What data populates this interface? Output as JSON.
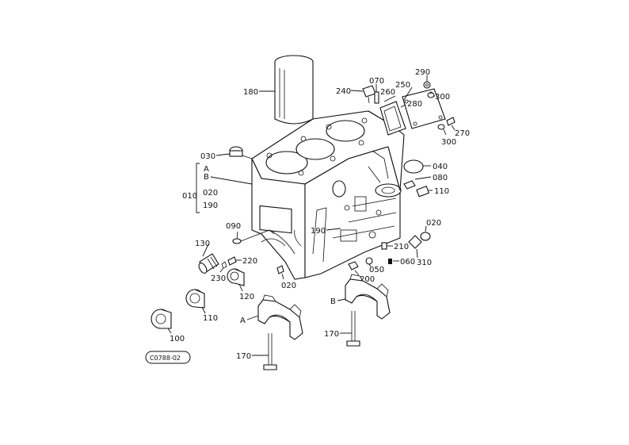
{
  "callouts": {
    "c010": "010",
    "c020a": "020",
    "c020b": "020",
    "c020c": "020",
    "c030": "030",
    "c040": "040",
    "c050": "050",
    "c060": "060",
    "c070": "070",
    "c080": "080",
    "c090": "090",
    "c100": "100",
    "c110a": "110",
    "c110b": "110",
    "c120": "120",
    "c130": "130",
    "c170a": "170",
    "c170b": "170",
    "c180": "180",
    "c190a": "190",
    "c190b": "190",
    "c200": "200",
    "c210": "210",
    "c220": "220",
    "c230": "230",
    "c240": "240",
    "c250": "250",
    "c260": "260",
    "c270": "270",
    "c280": "280",
    "c290": "290",
    "c300a": "300",
    "c300b": "300",
    "c310": "310",
    "labelA1": "A",
    "labelB1": "B",
    "labelA2": "A",
    "labelB2": "B"
  },
  "diagram_code": "C0788-02"
}
